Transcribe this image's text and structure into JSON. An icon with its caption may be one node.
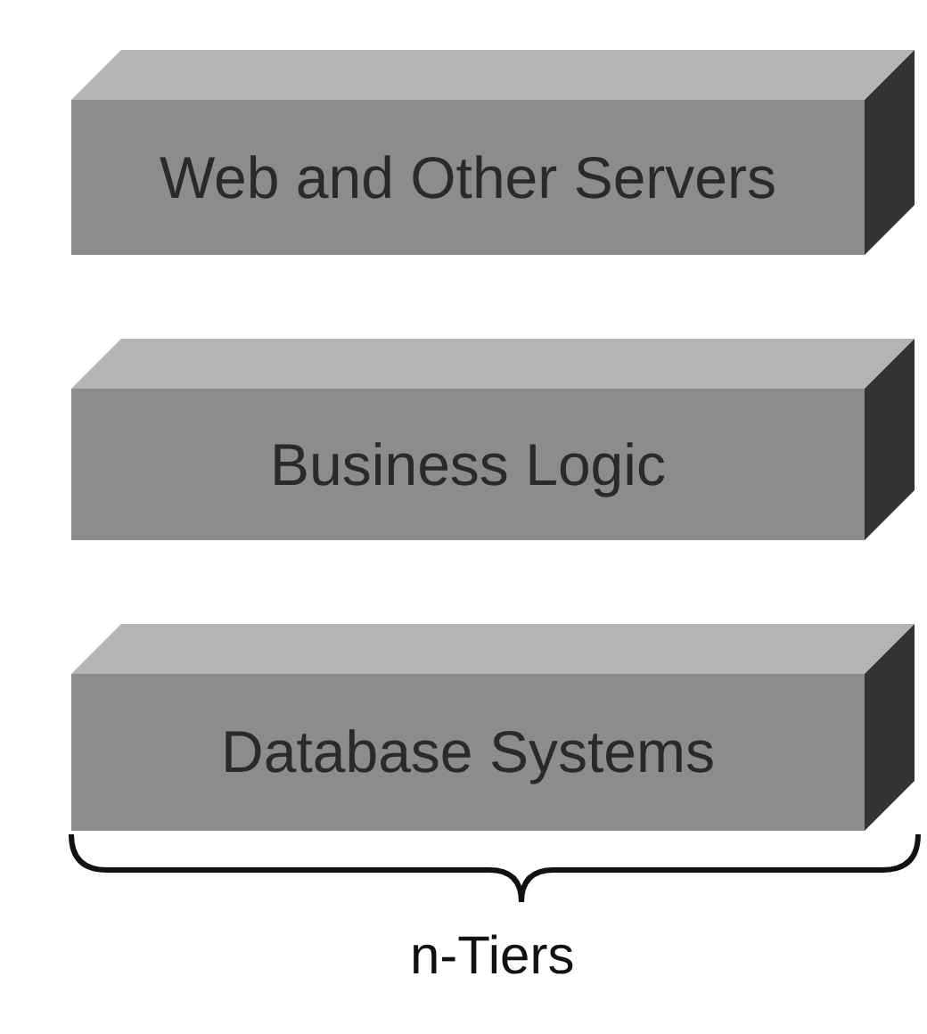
{
  "diagram": {
    "nodes": [
      {
        "text": [
          "Web and Other Servers"
        ]
      },
      {
        "text": [
          "Business Logic"
        ]
      },
      {
        "text": [
          "Database Systems"
        ]
      }
    ],
    "labels": [
      "n-Tiers"
    ]
  }
}
